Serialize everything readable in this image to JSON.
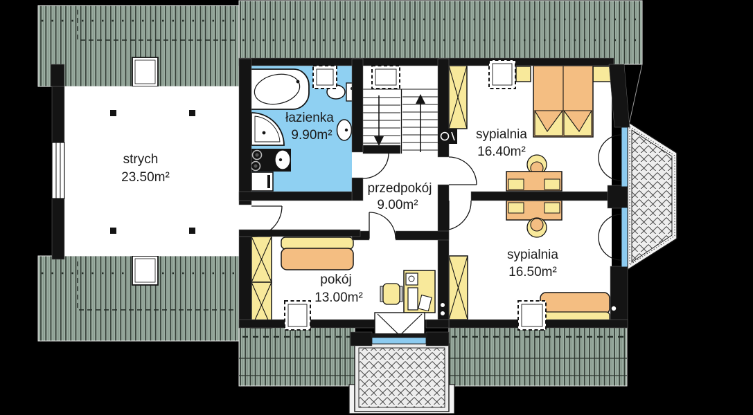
{
  "plan_title": "floor-plan-upper-storey",
  "colors": {
    "background": "#000000",
    "wall": "#141414",
    "roof_base": "#9CAEA2",
    "roof_line": "#313B34",
    "bathroom_fill": "#8FD0F2",
    "glass": "#8CCBF0",
    "furniture_yellow": "#F8E99B",
    "furniture_orange": "#F4BE82",
    "hatch_background": "#EDEDED",
    "floor": "#FFFFFF"
  },
  "rooms": [
    {
      "id": "strych",
      "name": "strych",
      "area": "23.50m²"
    },
    {
      "id": "lazienka",
      "name": "łazienka",
      "area": "9.90m²"
    },
    {
      "id": "przedpokoj",
      "name": "przedpokój",
      "area": "9.00m²"
    },
    {
      "id": "sypialnia-1",
      "name": "sypialnia",
      "area": "16.40m²"
    },
    {
      "id": "sypialnia-2",
      "name": "sypialnia",
      "area": "16.50m²"
    },
    {
      "id": "pokoj",
      "name": "pokój",
      "area": "13.00m²"
    }
  ]
}
